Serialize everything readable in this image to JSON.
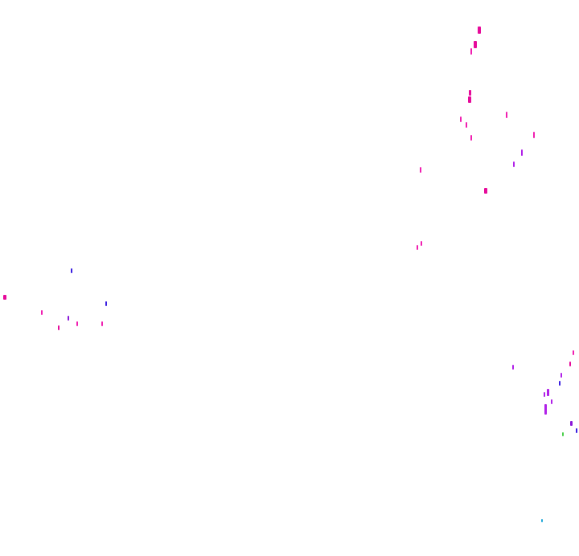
{
  "background": "#ffffff",
  "palette": {
    "magenta": "#e60a9a",
    "pink": "#f01fb0",
    "violet": "#b020e8",
    "purple": "#8a18d8",
    "blue": "#3a1fe0",
    "green": "#4ccf4c",
    "cyan": "#20a8d8"
  },
  "clusters": [
    {
      "name": "upper-right-cluster",
      "color": "magenta"
    },
    {
      "name": "left-cluster",
      "color": "magenta"
    },
    {
      "name": "lower-right-cluster",
      "color": "violet"
    }
  ]
}
